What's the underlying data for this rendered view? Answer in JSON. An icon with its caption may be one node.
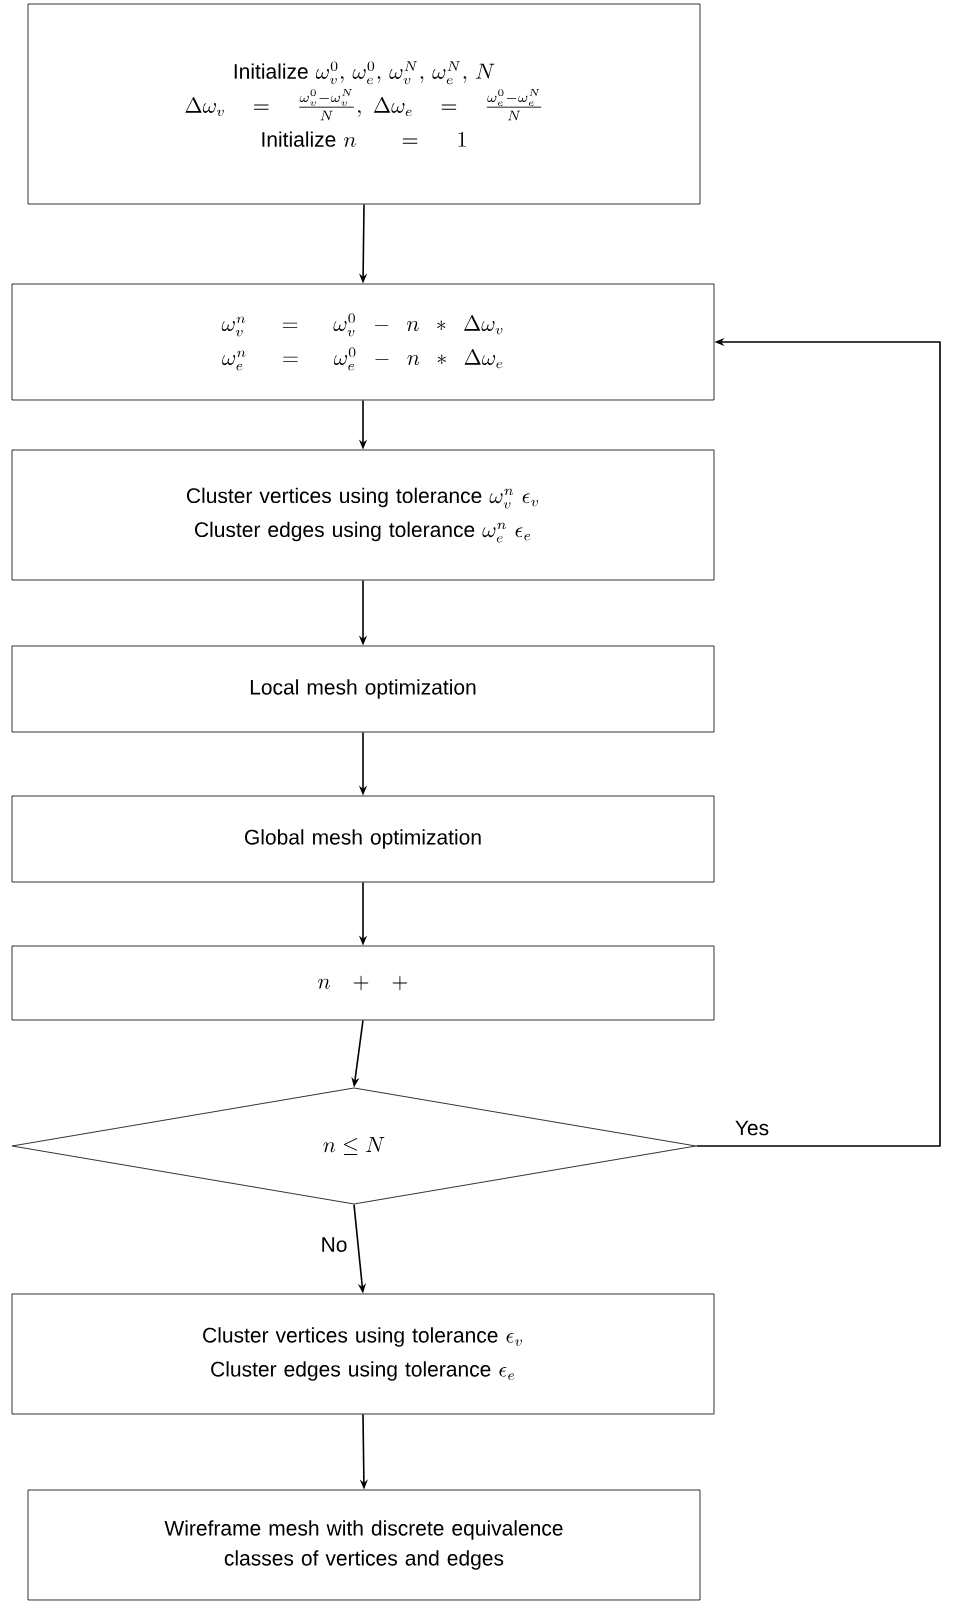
{
  "diagram": {
    "nodes": [
      {
        "text": [
          "\\text{Initialize } \\omega_v^0,\\, \\omega_e^0,\\, \\omega_v^N,\\, \\omega_e^N,\\, N",
          "\\Delta\\omega_v = \\frac{\\omega_v^0-\\omega_v^N}{N},\\ \\Delta\\omega_e = \\frac{\\omega_e^0-\\omega_e^N}{N}",
          "\\text{Initialize } n\\ = 1"
        ]
      },
      {
        "text": [
          "\\omega_v^n = \\omega_v^0 - n * \\Delta\\omega_v",
          "\\omega_e^n = \\omega_e^0 - n * \\Delta\\omega_e"
        ]
      },
      {
        "text": [
          "\\text{Cluster vertices using tolerance } \\omega_v^n\\ \\epsilon_v",
          "\\text{Cluster edges using tolerance } \\omega_e^n\\ \\epsilon_e"
        ]
      },
      {
        "text": [
          "Local mesh optimization"
        ]
      },
      {
        "text": [
          "Global mesh optimization"
        ]
      },
      {
        "text": [
          "n++"
        ]
      },
      {
        "text": [
          "n \\le N"
        ]
      },
      {
        "text": [
          "\\text{Cluster vertices using tolerance } \\epsilon_v",
          "\\text{Cluster edges using tolerance } \\epsilon_e"
        ]
      },
      {
        "text": [
          "Wireframe mesh with discrete equivalence classes of vertices and edges"
        ]
      }
    ],
    "edges": [
      {
        "from": 0,
        "to": 1,
        "arrow": "to"
      },
      {
        "from": 1,
        "to": 2,
        "arrow": "to"
      },
      {
        "from": 2,
        "to": 3,
        "arrow": "to"
      },
      {
        "from": 3,
        "to": 4,
        "arrow": "to"
      },
      {
        "from": 4,
        "to": 5,
        "arrow": "to"
      },
      {
        "from": 5,
        "to": 6,
        "arrow": "to"
      },
      {
        "from": 6,
        "to": 1,
        "arrow": "to",
        "label": "Yes"
      },
      {
        "from": 6,
        "to": 7,
        "arrow": "to",
        "label": "No"
      },
      {
        "from": 7,
        "to": 8,
        "arrow": "to"
      }
    ]
  }
}
